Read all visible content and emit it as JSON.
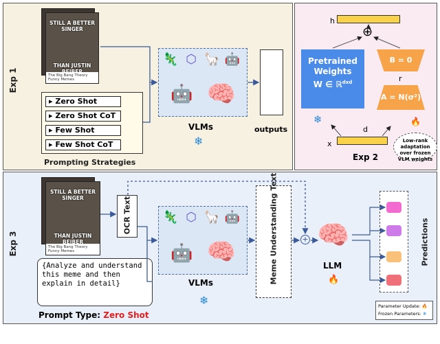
{
  "exp1": {
    "label": "Exp 1",
    "meme": {
      "top_text": "STILL A BETTER SINGER",
      "bottom_text": "THAN JUSTIN BEIBER",
      "caption": "The Big Bang Theory Funny Memes"
    },
    "strategies": [
      "Zero Shot",
      "Zero Shot CoT",
      "Few Shot",
      "Few Shot CoT"
    ],
    "strategies_title": "Prompting Strategies",
    "vlms_label": "VLMs",
    "outputs_label": "outputs"
  },
  "exp2": {
    "label": "Exp 2",
    "pretrained": "Pretrained Weights",
    "w_formula": "W ∈ ℝ",
    "w_sup": "dxd",
    "b_label": "B = 0",
    "a_label": "A = N(σ²)",
    "h": "h",
    "r": "r",
    "d": "d",
    "x": "x",
    "oplus": "⊕",
    "note": "Low-rank adaptation over frozen VLM weights"
  },
  "exp3": {
    "label": "Exp 3",
    "ocr_label": "OCR Text",
    "prompt_text": "{Analyze and understand this meme and then explain in detail}",
    "prompt_type_label": "Prompt Type:",
    "prompt_type_value": "Zero Shot",
    "vlms_label": "VLMs",
    "meme_understanding": "Meme Understanding Text",
    "llm_label": "LLM",
    "predictions_label": "Predictions",
    "legend_update": "Parameter Update:",
    "legend_frozen": "Frozen Parameters:"
  },
  "colors": {
    "exp1_bg": "#f7f1e1",
    "exp2_bg": "#faeaf2",
    "exp3_bg": "#e9f0fa",
    "lora_blue": "#4a8ae8",
    "lora_orange": "#f6a34a",
    "lora_yellow": "#f9d24a",
    "pred_pink": "#f36bd0",
    "pred_purple": "#cf7ae9",
    "pred_orange": "#f9c179",
    "pred_red": "#f0707a",
    "prompt_red": "#e02020"
  }
}
